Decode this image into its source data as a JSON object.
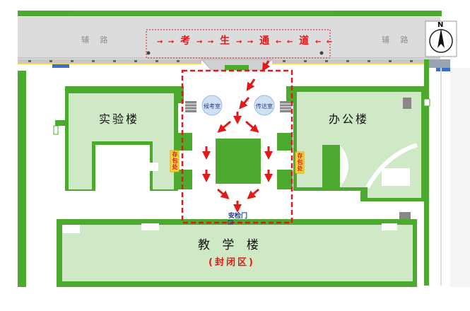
{
  "map": {
    "north_label": "N",
    "side_road_left": "辅  路",
    "side_road_right": "辅  路",
    "candidate_channel": {
      "chars": [
        "考",
        "生",
        "通",
        "道"
      ],
      "arrow_right": "→ →",
      "arrow_left": "← ←"
    },
    "buildings": {
      "lab": "实验楼",
      "office": "办公楼",
      "teaching": "教 学 楼",
      "teaching_note": "(封闭区)"
    },
    "rooms": {
      "waiting": "候考室",
      "reception": "传达室"
    },
    "storage_left": "存包处",
    "storage_right": "存包处",
    "security_gate": "安检门",
    "colors": {
      "green_dark": "#4cab2e",
      "green_light": "#cfe9c7",
      "road_gray": "#dcdcdc",
      "route_red": "#e01919",
      "room_blue": "#cfe1f5",
      "store_yellow": "#ffd23f"
    }
  }
}
